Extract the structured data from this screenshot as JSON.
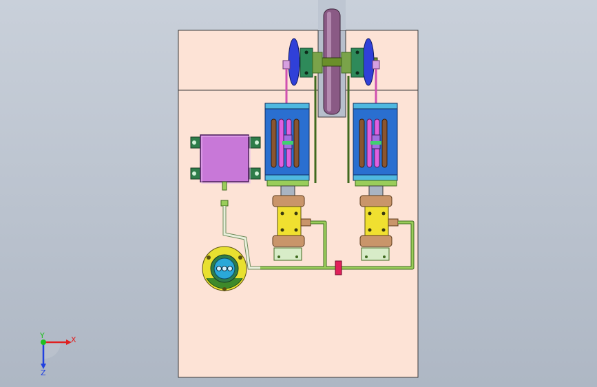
{
  "viewport": {
    "background_top": "#c9d0da",
    "background_bottom": "#aeb7c4"
  },
  "colors": {
    "frame_fill": "#fde3d6",
    "frame_stroke": "#3a3a3a",
    "flywheel": "#8a5a85",
    "motor_blue": "#2a6fd0",
    "motor_cyan": "#4fb8e0",
    "slot_brown": "#8a5530",
    "slot_magenta": "#e060e0",
    "pipe_green": "#9acd5a",
    "pipe_stroke": "#3f6a1f",
    "yellow_block": "#f0e030",
    "bronze_flange": "#c9956a",
    "control_box": "#c878d8",
    "bracket_green": "#2e7d4a",
    "reservoir_yellow": "#e8e030",
    "reservoir_blue": "#2aa8d8",
    "valve_red": "#e0205a",
    "axis_x": "#e02020",
    "axis_y": "#20c020",
    "axis_z": "#2040e0"
  },
  "triad": {
    "x_label": "X",
    "y_label": "Y",
    "z_label": "Z"
  }
}
